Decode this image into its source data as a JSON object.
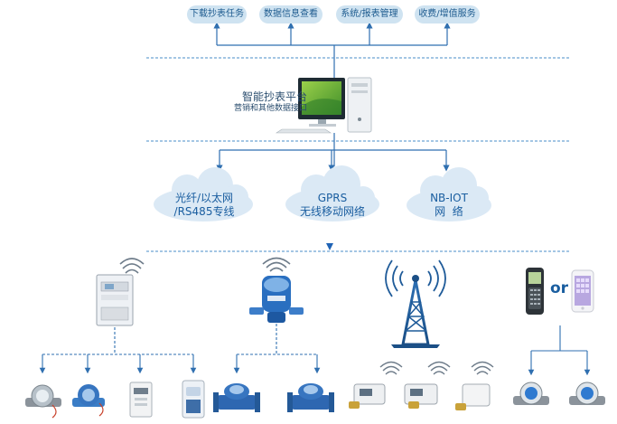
{
  "services": [
    {
      "label": "下载抄表任务"
    },
    {
      "label": "数据信息查看"
    },
    {
      "label": "系统/报表管理"
    },
    {
      "label": "收费/增值服务"
    }
  ],
  "platform": {
    "title": "智能抄表平台",
    "subtitle": "营销和其他数据接口"
  },
  "networks": [
    {
      "line1": "光纤/以太网",
      "line2": "/RS485专线"
    },
    {
      "line1": "GPRS",
      "line2": "无线移动网络"
    },
    {
      "line1": "NB-IOT",
      "line2": "网  络"
    }
  ],
  "or_text": "or",
  "colors": {
    "dashed_line": "#4a8cc9",
    "pill_bg": "#cfe3f1",
    "pill_text": "#1c5a8e",
    "cloud": "#dbe9f5",
    "cloud_text": "#1a5ea0",
    "connector": "#2f6fb0",
    "meter_blue": "#2a6fc0"
  },
  "icons": [
    "computer-icon",
    "concentrator-icon",
    "wireless-water-meter-icon",
    "cell-tower-icon",
    "handheld-reader-icon",
    "smartphone-icon",
    "water-meter-icon",
    "electric-meter-icon",
    "smart-valve-meter-icon",
    "wifi-signal-icon"
  ]
}
